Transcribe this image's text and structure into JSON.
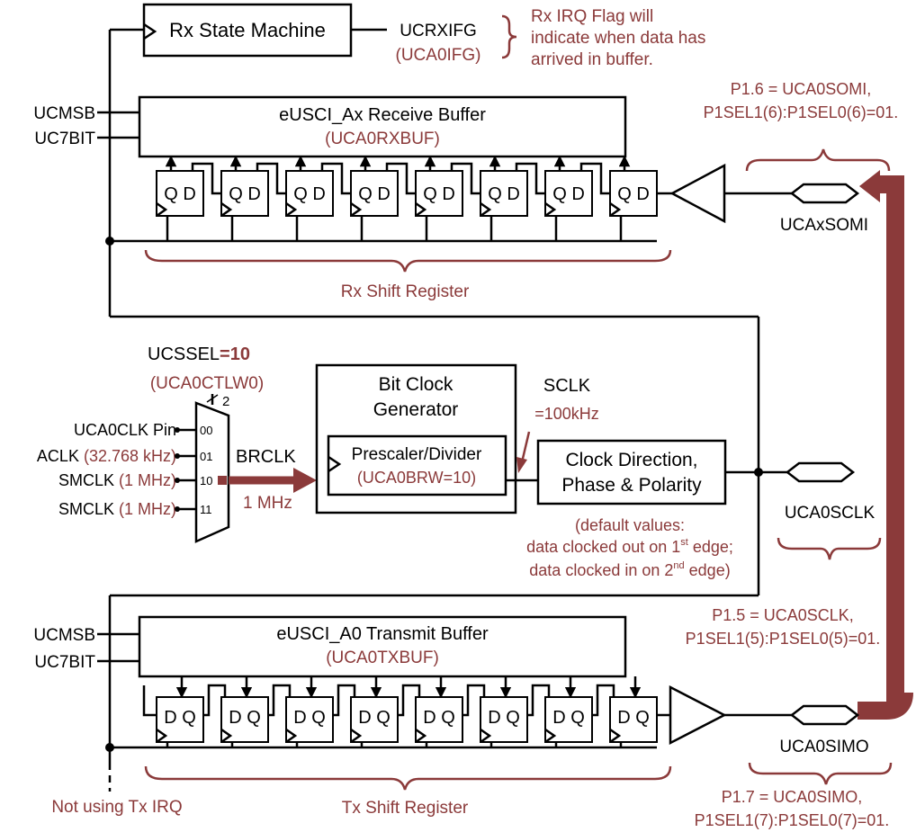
{
  "colors": {
    "accent": "#8b3a3a",
    "line": "#000000"
  },
  "rx": {
    "state_machine": "Rx State Machine",
    "ifg_reg": "UCRXIFG",
    "ifg_reg_name": "(UCA0IFG)",
    "irq_note": [
      "Rx IRQ Flag will",
      "indicate when data has",
      "arrived in buffer."
    ],
    "ucmsb": "UCMSB",
    "uc7bit": "UC7BIT",
    "buffer_title": "eUSCI_Ax Receive Buffer",
    "buffer_reg": "(UCA0RXBUF)",
    "ff_label": "Q D",
    "shift_register": "Rx Shift Register",
    "somi_pin": [
      "P1.6 = UCA0SOMI,",
      "P1SEL1(6):P1SEL0(6)=01."
    ],
    "somi_signal": "UCAxSOMI"
  },
  "clock": {
    "ucssel_prefix": "UCSSEL",
    "ucssel_value": "=10",
    "ucssel_reg": "(UCA0CTLW0)",
    "bus_width": "2",
    "mux_inputs": [
      {
        "label": "UCA0CLK Pin",
        "note": "",
        "sel": "00"
      },
      {
        "label": "ACLK ",
        "note": "(32.768 kHz)",
        "sel": "01"
      },
      {
        "label": "SMCLK ",
        "note": "(1 MHz)",
        "sel": "10"
      },
      {
        "label": "SMCLK ",
        "note": "(1 MHz)",
        "sel": "11"
      }
    ],
    "brclk": "BRCLK",
    "brclk_freq": "1 MHz",
    "bitclock_title": [
      "Bit Clock",
      "Generator"
    ],
    "prescaler": "Prescaler/Divider",
    "prescaler_reg": "(UCA0BRW=10)",
    "sclk": "SCLK",
    "sclk_freq": "=100kHz",
    "direction": [
      "Clock Direction,",
      "Phase & Polarity"
    ],
    "defaults": [
      "(default values:",
      "data clocked out on 1",
      "st",
      " edge;",
      "data clocked in on 2",
      "nd",
      " edge)"
    ],
    "sclk_signal": "UCA0SCLK",
    "sclk_pin": [
      "P1.5 = UCA0SCLK,",
      "P1SEL1(5):P1SEL0(5)=01."
    ]
  },
  "tx": {
    "ucmsb": "UCMSB",
    "uc7bit": "UC7BIT",
    "buffer_title": "eUSCI_A0 Transmit Buffer",
    "buffer_reg": "(UCA0TXBUF)",
    "ff_label": "D Q",
    "shift_register": "Tx Shift Register",
    "no_irq": "Not using Tx IRQ",
    "simo_signal": "UCA0SIMO",
    "simo_pin": [
      "P1.7 = UCA0SIMO,",
      "P1SEL1(7):P1SEL0(7)=01."
    ]
  }
}
